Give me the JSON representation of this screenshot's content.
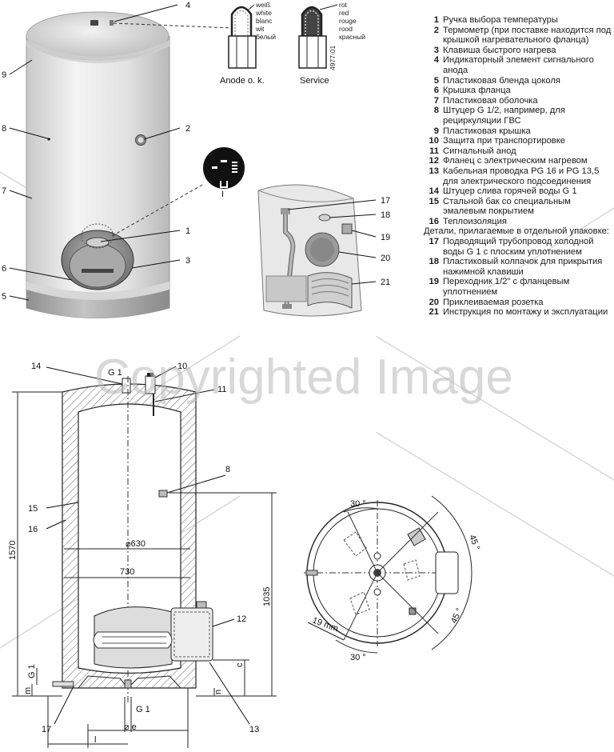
{
  "watermark": "Copyrighted Image",
  "top_view": {
    "callouts": [
      "1",
      "2",
      "3",
      "4",
      "5",
      "6",
      "7",
      "8",
      "9"
    ],
    "anode_colors_left": [
      "weiß",
      "white",
      "blanc",
      "wit",
      "белый"
    ],
    "anode_colors_right": [
      "rot",
      "red",
      "rouge",
      "rood",
      "красный"
    ],
    "anode_label_left": "Anode o. k.",
    "anode_label_right": "Service",
    "code": "4977-01",
    "symbol_mark": "I"
  },
  "kit_view": {
    "callouts": [
      "17",
      "18",
      "19",
      "20",
      "21"
    ]
  },
  "section_view": {
    "callouts": [
      "14",
      "10",
      "11",
      "8",
      "15",
      "16",
      "12",
      "17",
      "13"
    ],
    "dims": {
      "g1_top": "G 1",
      "height": "1570",
      "inner_diameter": "⌀630",
      "outer_diameter": "730",
      "height_1035": "1035",
      "c": "c",
      "n": "n",
      "m": "m",
      "g1_left": "G 1",
      "g1_bottom": "G 1",
      "e": "⌀ e",
      "l": "l"
    }
  },
  "plan_view": {
    "angles": [
      "30 °",
      "45 °",
      "45 °",
      "30 °"
    ],
    "dim_19": "19 mm"
  },
  "legend": {
    "items": [
      {
        "num": "1",
        "text": "Ручка выбора температуры"
      },
      {
        "num": "2",
        "text": "Термометр (при поставке находится под крышкой нагревательного фланца)"
      },
      {
        "num": "3",
        "text": "Клавиша быстрого нагрева"
      },
      {
        "num": "4",
        "text": "Индикаторный элемент сигнального анода"
      },
      {
        "num": "5",
        "text": "Пластиковая бленда цоколя"
      },
      {
        "num": "6",
        "text": "Крышка фланца"
      },
      {
        "num": "7",
        "text": "Пластиковая оболочка"
      },
      {
        "num": "8",
        "text": "Штуцер G 1/2, например, для рециркуляции ГВС"
      },
      {
        "num": "9",
        "text": "Пластиковая крышка"
      },
      {
        "num": "10",
        "text": "Защита при транспортировке"
      },
      {
        "num": "11",
        "text": "Сигнальный анод"
      },
      {
        "num": "12",
        "text": "Фланец с электрическим нагревом"
      },
      {
        "num": "13",
        "text": "Кабельная проводка PG 16 и PG 13,5 для электрического подсоединения"
      },
      {
        "num": "14",
        "text": "Штуцер слива горячей воды G 1"
      },
      {
        "num": "15",
        "text": "Стальной бак со специальным эмалевым покрытием"
      },
      {
        "num": "16",
        "text": "Теплоизоляция"
      }
    ],
    "separate_note": "Детали, прилагаемые в отдельной упаковке:",
    "items2": [
      {
        "num": "17",
        "text": "Подводящий трубопровод холодной воды G 1 с плоским уплотнением"
      },
      {
        "num": "18",
        "text": "Пластиковый колпачок для прикрытия нажимной клавиши"
      },
      {
        "num": "19",
        "text": "Переходник 1/2\" с фланцевым уплотнением"
      },
      {
        "num": "20",
        "text": "Приклеиваемая розетка"
      },
      {
        "num": "21",
        "text": "Инструкция по монтажу и эксплуатации"
      }
    ]
  }
}
